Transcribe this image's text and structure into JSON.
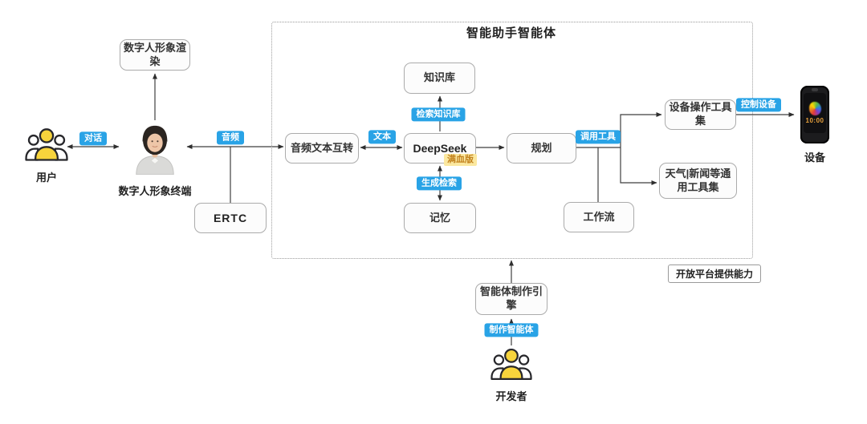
{
  "diagram": {
    "title": "智能助手智能体",
    "note": "开放平台提供能力",
    "nodes": {
      "render": "数字人形象渲染",
      "user": "用户",
      "avatar_terminal": "数字人形象终端",
      "ertc": "ERTC",
      "audio_text": "音频文本互转",
      "deepseek": "DeepSeek",
      "deepseek_badge": "满血版",
      "knowledge": "知识库",
      "memory": "记忆",
      "planning": "规划",
      "workflow": "工作流",
      "device_tools": "设备操作工具集",
      "general_tools": "天气|新闻等通用工具集",
      "device": "设备",
      "device_time": "10:00",
      "agent_engine": "智能体制作引擎",
      "developer": "开发者"
    },
    "edge_labels": {
      "dialog": "对话",
      "audio": "音频",
      "text": "文本",
      "retrieve_kb": "检索知识库",
      "gen_retrieve": "生成检索",
      "call_tools": "调用工具",
      "control_device": "控制设备",
      "make_agent": "制作智能体"
    },
    "colors": {
      "edge_label_bg": "#29a3e6",
      "badge_bg": "#fbe8a0",
      "badge_text": "#c2821e",
      "line": "#3f3f3f",
      "box_border": "#ababab",
      "people_accent": "#f7d43c"
    }
  }
}
